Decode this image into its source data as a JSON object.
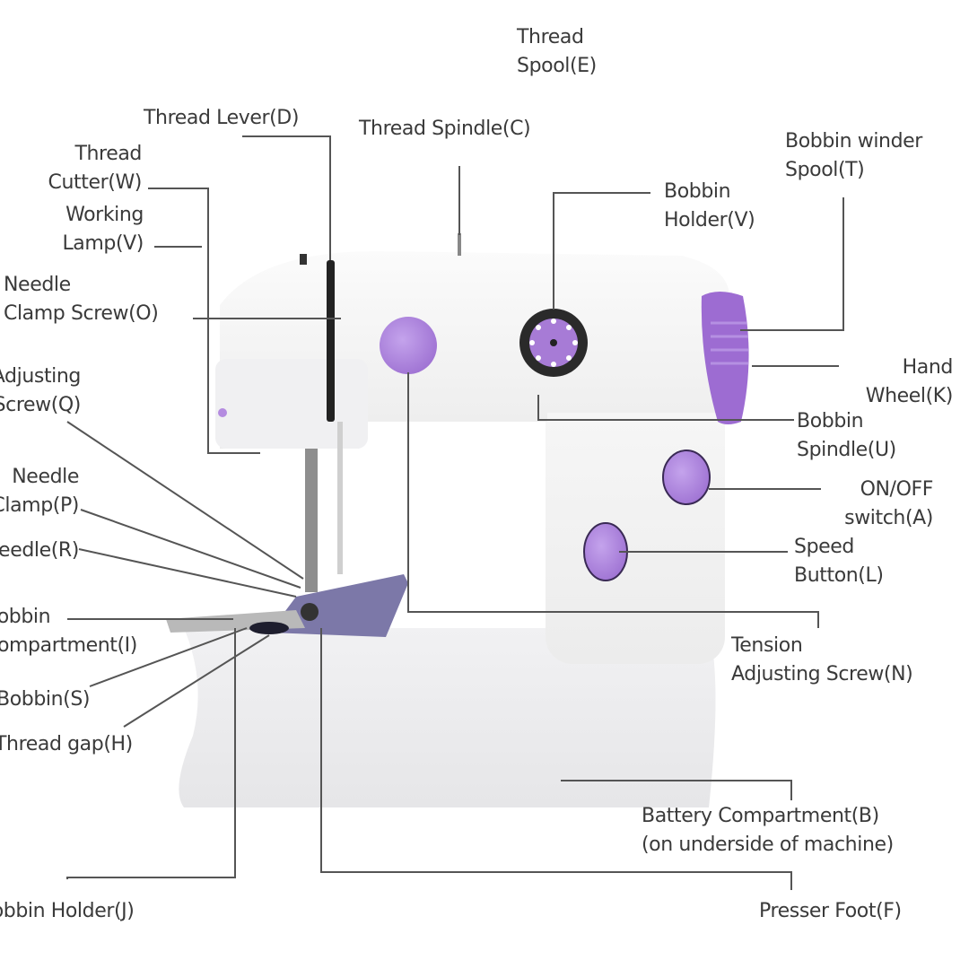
{
  "diagram": {
    "subject": "Mini portable sewing machine (white with purple accents)",
    "accent_color": "#a77bd6",
    "line_color": "#555555",
    "labels": [
      {
        "id": "E",
        "text": "Thread\nSpool(E)"
      },
      {
        "id": "D",
        "text": "Thread Lever(D)"
      },
      {
        "id": "C",
        "text": "Thread Spindle(C)"
      },
      {
        "id": "W",
        "text": "Thread\nCutter(W)"
      },
      {
        "id": "V_lamp",
        "text": "Working\nLamp(V)"
      },
      {
        "id": "O",
        "text": "Needle\nClamp Screw(O)"
      },
      {
        "id": "Q",
        "text": "Adjusting\nScrew(Q)"
      },
      {
        "id": "P",
        "text": "Needle\nClamp(P)"
      },
      {
        "id": "R",
        "text": "Needle(R)"
      },
      {
        "id": "I",
        "text": "Bobbin\nCompartment(I)"
      },
      {
        "id": "S",
        "text": "Bobbin(S)"
      },
      {
        "id": "H",
        "text": "Thread gap(H)"
      },
      {
        "id": "J",
        "text": "Bobbin Holder(J)"
      },
      {
        "id": "V_holder",
        "text": "Bobbin\nHolder(V)"
      },
      {
        "id": "T",
        "text": "Bobbin winder\nSpool(T)"
      },
      {
        "id": "K",
        "text": "Hand\nWheel(K)"
      },
      {
        "id": "U",
        "text": "Bobbin\nSpindle(U)"
      },
      {
        "id": "A",
        "text": "ON/OFF\nswitch(A)"
      },
      {
        "id": "L",
        "text": "Speed\nButton(L)"
      },
      {
        "id": "N",
        "text": "Tension\nAdjusting Screw(N)"
      },
      {
        "id": "B",
        "text": "Battery Compartment(B)\n(on underside of machine)"
      },
      {
        "id": "F",
        "text": "Presser Foot(F)"
      }
    ]
  }
}
